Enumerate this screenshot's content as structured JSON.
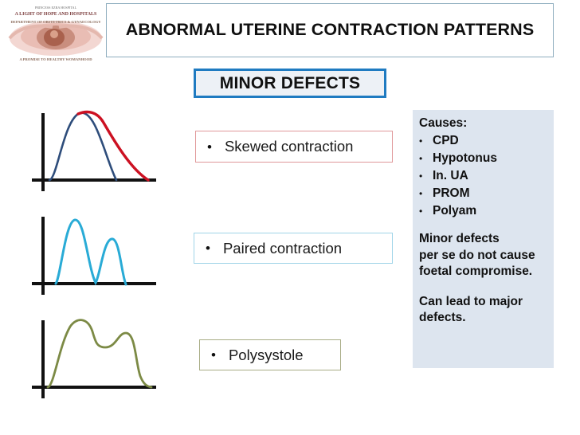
{
  "slide": {
    "title": "ABNORMAL UTERINE CONTRACTION PATTERNS",
    "subtitle": "MINOR DEFECTS",
    "logo": {
      "name": "hospital-logo",
      "line1": "PRINCESS EZRA HOSPITAL",
      "line2": "A LIGHT OF HOPE AND HOSPITALS",
      "line3": "DEPARTMENT OF OBSTETRICS & GYNAECOLOGY",
      "line4": "A PROMISE TO HEALTHY WOMANHOOD"
    }
  },
  "patterns": [
    {
      "id": "skewed",
      "bullet": "•",
      "label": "Skewed contraction",
      "border_color": "#E0989A",
      "curves": [
        {
          "name": "normal-contraction-curve",
          "color": "#2E4D7B"
        },
        {
          "name": "skewed-contraction-curve",
          "color": "#CC1122"
        }
      ]
    },
    {
      "id": "paired",
      "bullet": "•",
      "label": "Paired contraction",
      "border_color": "#9FD4E8",
      "curves": [
        {
          "name": "paired-contraction-curve",
          "color": "#29ABD6"
        }
      ]
    },
    {
      "id": "poly",
      "bullet": "•",
      "label": "Polysystole",
      "border_color": "#A8AC85",
      "curves": [
        {
          "name": "polysystole-curve",
          "color": "#7C8A45"
        }
      ]
    }
  ],
  "side_panel": {
    "background": "#DDE5EF",
    "heading": "Causes:",
    "bullet": "•",
    "causes": [
      "CPD",
      "Hypotonus",
      "In. UA",
      "PROM",
      "Polyam"
    ],
    "paragraph1": [
      "Minor defects",
      "per se do not cause",
      "foetal compromise."
    ],
    "paragraph2": [
      "Can lead to major",
      "defects."
    ]
  },
  "colors": {
    "title_border": "#8FAEBF",
    "subtitle_border": "#1F7BC1",
    "subtitle_fill": "#EDF1F6",
    "axis": "#111111"
  }
}
